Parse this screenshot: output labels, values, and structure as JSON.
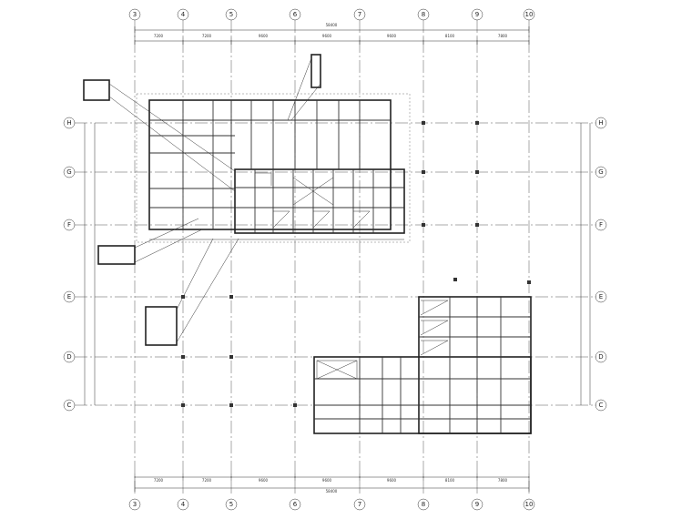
{
  "axes": {
    "columns": [
      "3",
      "4",
      "5",
      "6",
      "7",
      "8",
      "9",
      "10"
    ],
    "rows": [
      "H",
      "G",
      "F",
      "E",
      "D",
      "C"
    ]
  },
  "dimensions": {
    "top_overall": "58400",
    "top_spans": [
      "7200",
      "7200",
      "9600",
      "9600",
      "9600",
      "8100",
      "7800"
    ],
    "bottom_overall": "58400",
    "bottom_spans": [
      "7200",
      "7200",
      "9600",
      "9600",
      "9600",
      "8100",
      "7800"
    ]
  }
}
